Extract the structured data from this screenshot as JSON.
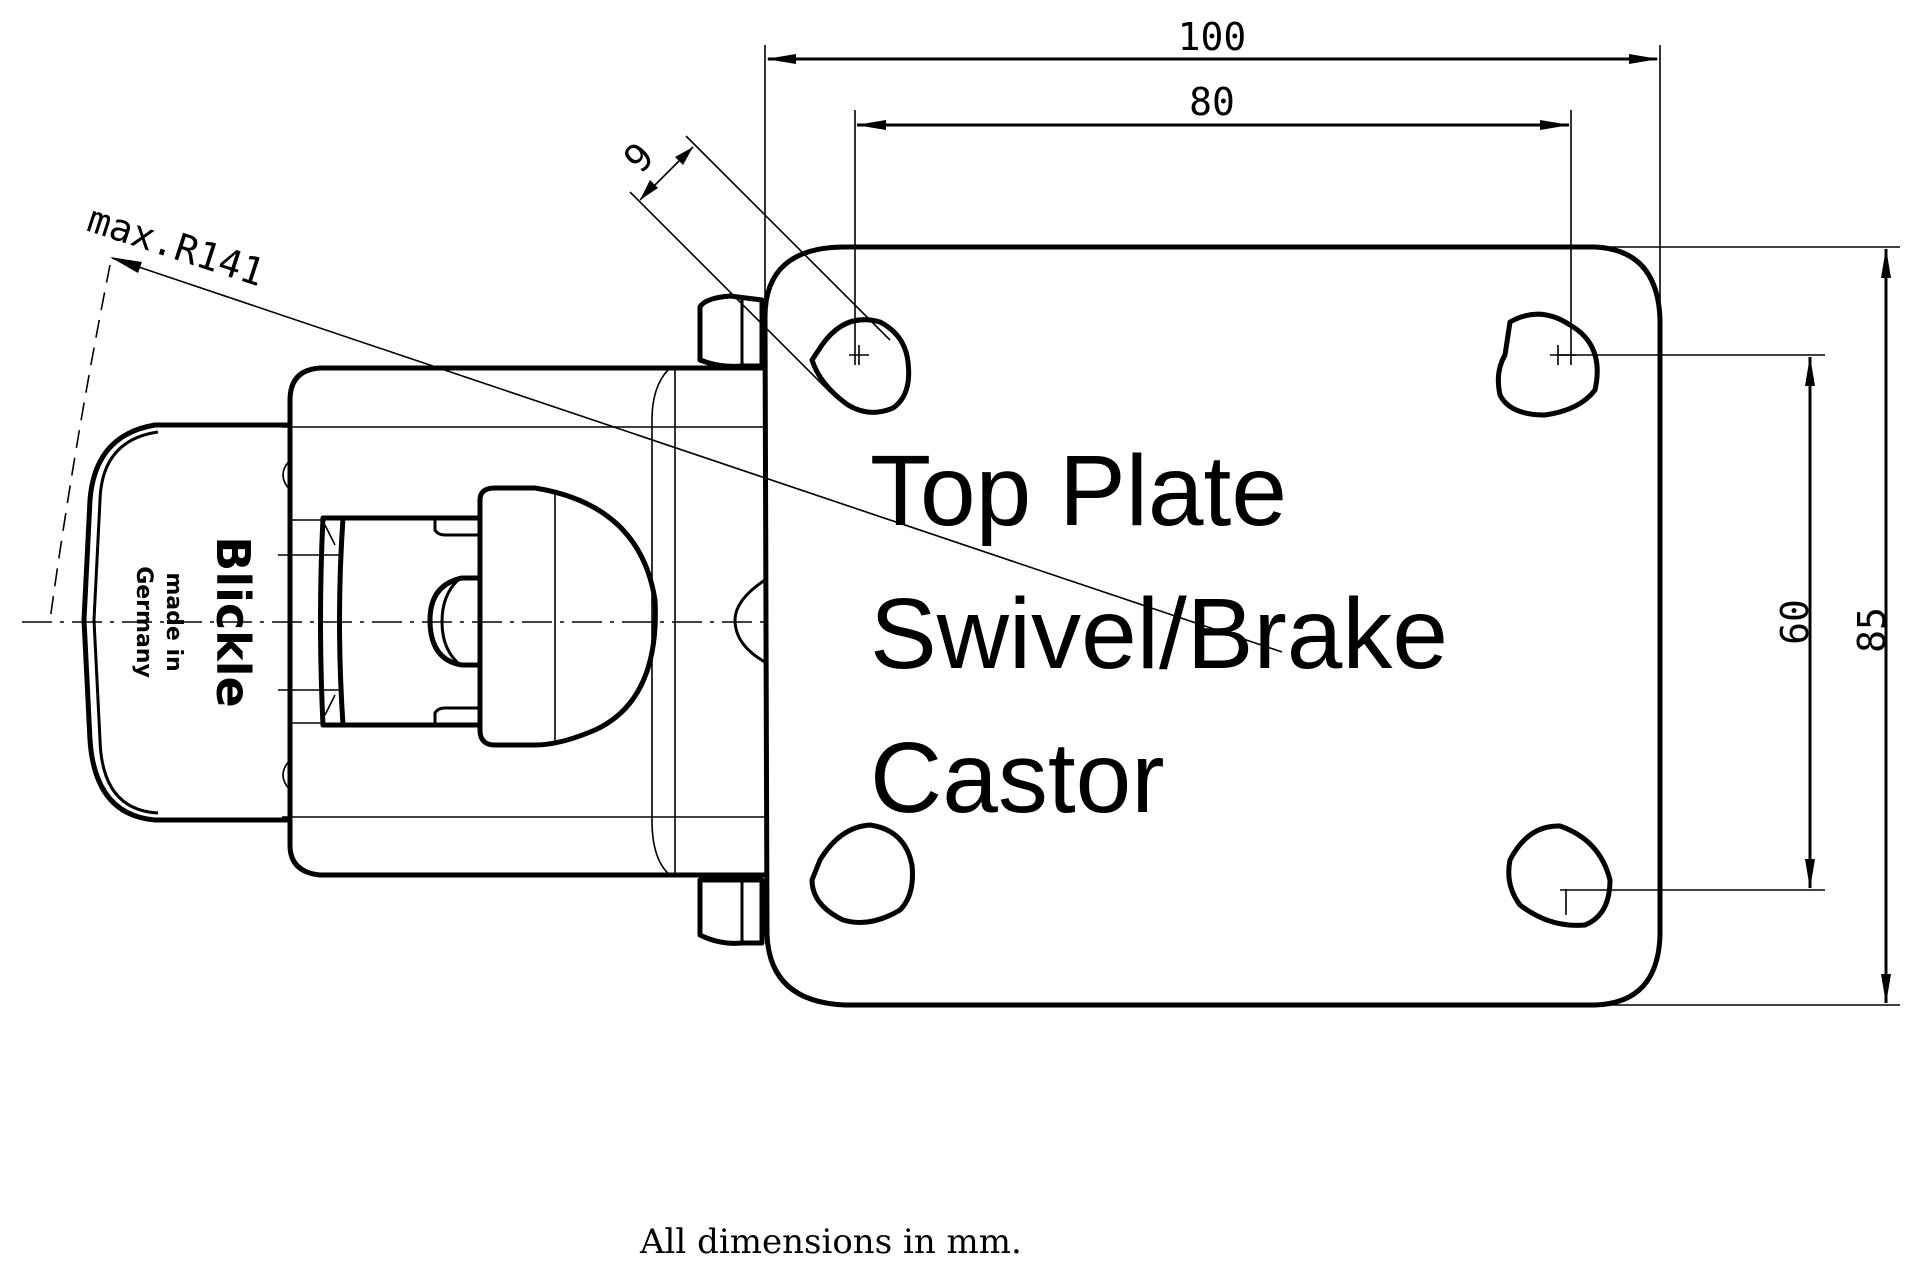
{
  "drawing": {
    "title_lines": [
      "Top Plate",
      "Swivel/Brake",
      "Castor"
    ],
    "brand": {
      "name": "Blickle",
      "origin_line1": "made in",
      "origin_line2": "Germany"
    },
    "dimensions": {
      "plate_width": "100",
      "hole_spacing_x": "80",
      "hole_spacing_y": "60",
      "plate_depth": "85",
      "slot_width": "9",
      "swivel_radius": "max.R141"
    },
    "units_note": "All dimensions in mm."
  }
}
